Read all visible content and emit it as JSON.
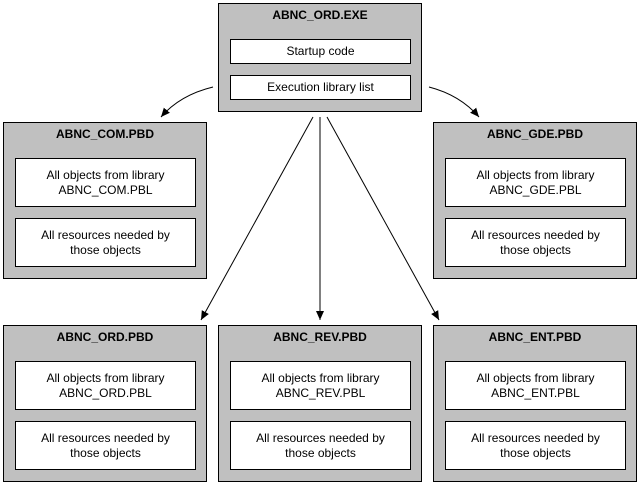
{
  "exe": {
    "title": "ABNC_ORD.EXE",
    "items": [
      "Startup code",
      "Execution library list"
    ]
  },
  "pbds": {
    "com": {
      "title": "ABNC_COM.PBD",
      "objects_line1": "All objects from library",
      "objects_line2": "ABNC_COM.PBL",
      "resources_line1": "All resources needed by",
      "resources_line2": "those objects"
    },
    "gde": {
      "title": "ABNC_GDE.PBD",
      "objects_line1": "All objects from library",
      "objects_line2": "ABNC_GDE.PBL",
      "resources_line1": "All resources needed by",
      "resources_line2": "those objects"
    },
    "ord": {
      "title": "ABNC_ORD.PBD",
      "objects_line1": "All objects from library",
      "objects_line2": "ABNC_ORD.PBL",
      "resources_line1": "All resources needed by",
      "resources_line2": "those objects"
    },
    "rev": {
      "title": "ABNC_REV.PBD",
      "objects_line1": "All objects from library",
      "objects_line2": "ABNC_REV.PBL",
      "resources_line1": "All resources needed by",
      "resources_line2": "those objects"
    },
    "ent": {
      "title": "ABNC_ENT.PBD",
      "objects_line1": "All objects from library",
      "objects_line2": "ABNC_ENT.PBL",
      "resources_line1": "All resources needed by",
      "resources_line2": "those objects"
    }
  },
  "colors": {
    "box_fill": "#c0c0c0",
    "inner_fill": "#ffffff",
    "stroke": "#000000"
  }
}
